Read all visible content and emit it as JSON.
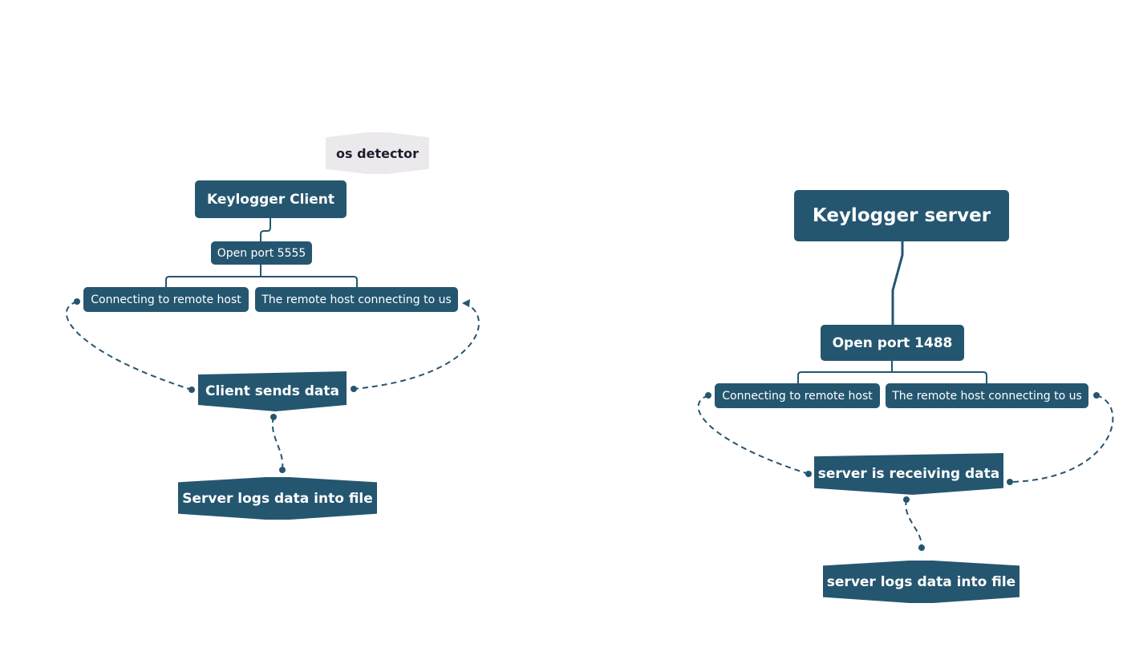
{
  "client": {
    "os_detector": "os detector",
    "title": "Keylogger Client",
    "port": "Open port 5555",
    "connect_remote": "Connecting to remote host",
    "remote_connect": "The remote host connecting to us",
    "sends": "Client sends data",
    "logs": "Server logs data into file"
  },
  "server": {
    "title": "Keylogger server",
    "port": "Open port 1488",
    "connect_remote": "Connecting to remote host",
    "remote_connect": "The remote host connecting to us",
    "receiving": "server is receiving data",
    "logs": "server logs data into file"
  },
  "colors": {
    "node_fill": "#255670",
    "node_text": "#ffffff",
    "floating_fill": "#ebe9ec",
    "connector": "#255670"
  }
}
